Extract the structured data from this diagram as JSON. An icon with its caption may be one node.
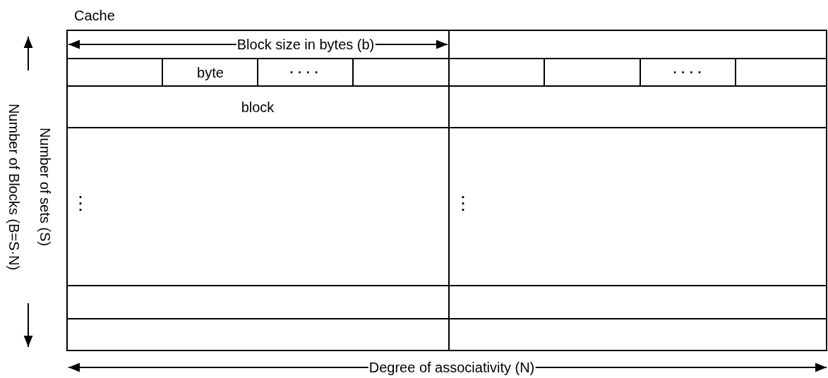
{
  "diagram": {
    "title": "Cache",
    "labels": [
      "Block size in bytes (b)",
      "byte",
      "····",
      "····",
      "block",
      "⋮",
      "⋮",
      "Number of sets (S)",
      "Number of Blocks (B=S·N)",
      "Degree of associativity (N)"
    ]
  }
}
